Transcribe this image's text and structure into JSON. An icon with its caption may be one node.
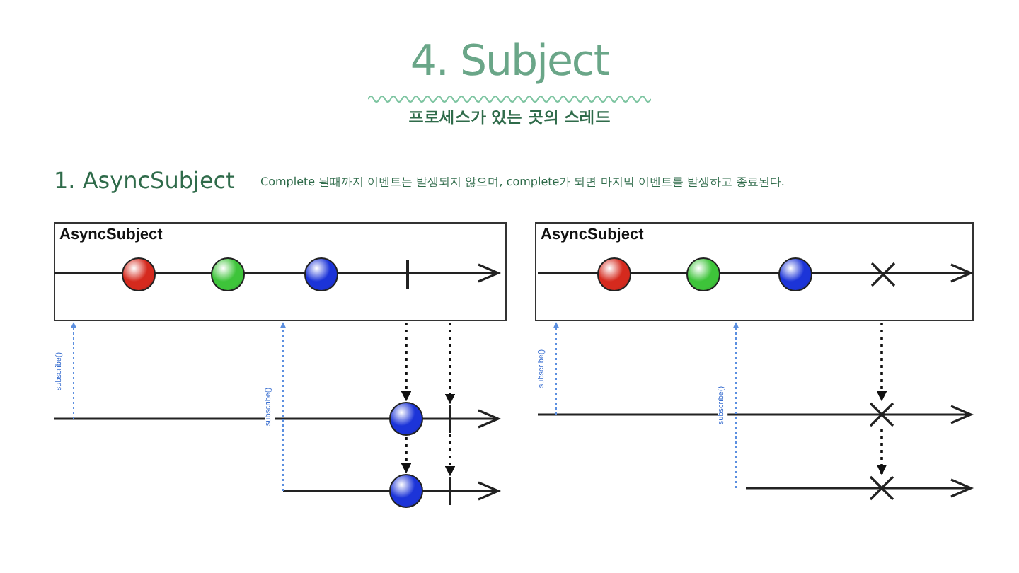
{
  "diagram": {
    "title": "4. Subject",
    "nodes": [
      {
        "text": [
          "AsyncSubject"
        ]
      },
      {
        "text": [],
        "shape": "circle",
        "in": 0
      },
      {
        "text": [],
        "shape": "circle",
        "in": 0
      },
      {
        "text": [],
        "shape": "circle",
        "in": 0
      },
      {
        "text": [],
        "shape": "bar",
        "in": 0
      },
      {
        "text": [],
        "shape": "circle"
      },
      {
        "text": [],
        "shape": "bar"
      },
      {
        "text": [],
        "shape": "circle"
      },
      {
        "text": [],
        "shape": "bar"
      },
      {
        "text": [
          "AsyncSubject"
        ]
      },
      {
        "text": [],
        "shape": "circle",
        "in": 9
      },
      {
        "text": [],
        "shape": "circle",
        "in": 9
      },
      {
        "text": [],
        "shape": "circle",
        "in": 9
      },
      {
        "text": [],
        "shape": "cross",
        "in": 9
      },
      {
        "text": [],
        "shape": "cross"
      },
      {
        "text": [],
        "shape": "cross"
      }
    ],
    "edges": [
      {
        "from": null,
        "to": 0,
        "arrow": "to",
        "label": "subscribe()",
        "style": "dashed",
        "color": "#5b8fe0"
      },
      {
        "from": null,
        "to": 0,
        "arrow": "to",
        "label": "subscribe()",
        "style": "dashed",
        "color": "#5b8fe0"
      },
      {
        "from": 0,
        "to": 5,
        "arrow": "to",
        "style": "dashed"
      },
      {
        "from": 0,
        "to": 6,
        "arrow": "to",
        "style": "dashed"
      },
      {
        "from": 5,
        "to": 7,
        "arrow": "to",
        "style": "dashed"
      },
      {
        "from": 6,
        "to": 8,
        "arrow": "to",
        "style": "dashed"
      },
      {
        "from": null,
        "to": 9,
        "arrow": "to",
        "label": "subscribe()",
        "style": "dashed",
        "color": "#5b8fe0"
      },
      {
        "from": null,
        "to": 9,
        "arrow": "to",
        "label": "subscribe()",
        "style": "dashed",
        "color": "#5b8fe0"
      },
      {
        "from": 9,
        "to": 14,
        "arrow": "to",
        "style": "dashed"
      },
      {
        "from": 14,
        "to": 15,
        "arrow": "to",
        "style": "dashed"
      }
    ],
    "labels": [
      "프로세스가 있는 곳의 스레드",
      "1. AsyncSubject",
      "Complete 될때까지 이벤트는 발생되지 않으며, complete가 되면 마지막 이벤트를 발생하고 종료된다."
    ]
  }
}
